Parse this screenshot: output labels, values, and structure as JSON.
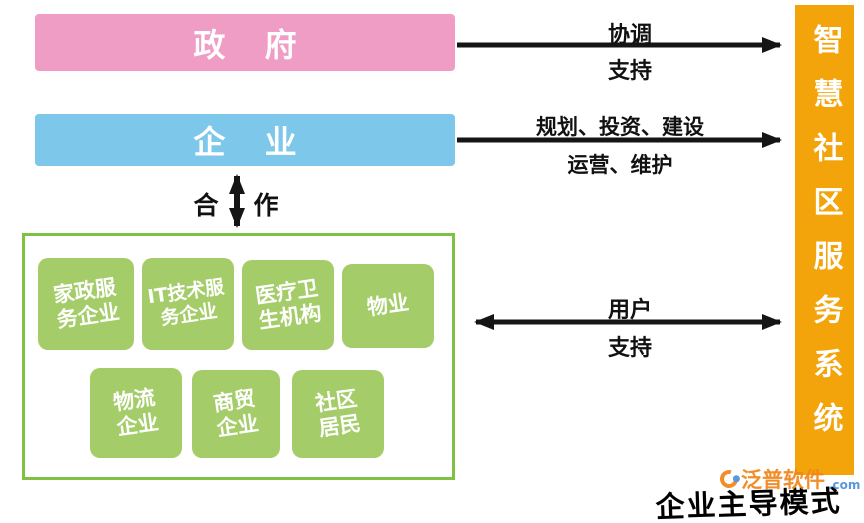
{
  "diagram": {
    "government_bar": {
      "label": "政 府"
    },
    "enterprise_bar": {
      "label": "企 业"
    },
    "cooperation_arrow": {
      "left_char": "合",
      "right_char": "作"
    },
    "partners_box": {
      "tiles": [
        {
          "text": "家政服\n务企业"
        },
        {
          "text": "IT技术服\n务企业"
        },
        {
          "text": "医疗卫\n生机构"
        },
        {
          "text": "物业"
        },
        {
          "text": "物流\n企业"
        },
        {
          "text": "商贸\n企业"
        },
        {
          "text": "社区\n居民"
        }
      ]
    },
    "system_bar": {
      "label": "智慧社区服务系统"
    },
    "arrows": {
      "government_to_system": {
        "top_label": "协调",
        "bottom_label": "支持"
      },
      "enterprise_to_system": {
        "top_label": "规划、投资、建设",
        "bottom_label": "运营、维护"
      },
      "partners_to_system": {
        "top_label": "用户",
        "bottom_label": "支持"
      }
    },
    "caption": "企业主导模式",
    "watermark": {
      "brand": "泛普软件",
      "suffix": ".com"
    }
  },
  "colors": {
    "government-bar": "#ef9dc5",
    "enterprise-bar": "#7cc7ea",
    "box-border": "#7fc241",
    "tile-green": "#a4cd69",
    "system-bar": "#f3a40a",
    "arrow-black": "#151515",
    "watermark-orange": "#f08519",
    "watermark-blue": "#4a90d9"
  }
}
